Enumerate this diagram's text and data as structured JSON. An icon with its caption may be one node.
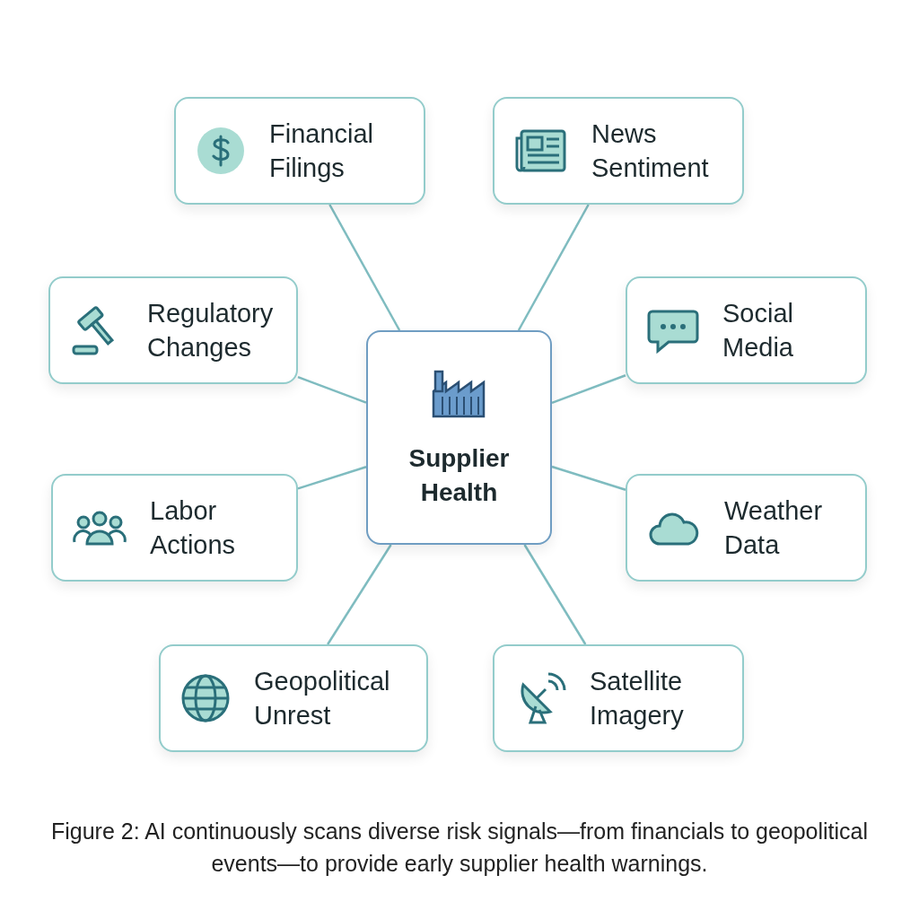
{
  "diagram": {
    "caption": "Figure 2: AI continuously scans diverse risk signals—from financials to geopolitical events—to provide early supplier health warnings.",
    "nodes": [
      {
        "text": [
          "Supplier Health"
        ]
      },
      {
        "text": [
          "Financial Filings"
        ]
      },
      {
        "text": [
          "News Sentiment"
        ]
      },
      {
        "text": [
          "Regulatory Changes"
        ]
      },
      {
        "text": [
          "Social Media"
        ]
      },
      {
        "text": [
          "Labor Actions"
        ]
      },
      {
        "text": [
          "Weather Data"
        ]
      },
      {
        "text": [
          "Geopolitical Unrest"
        ]
      },
      {
        "text": [
          "Satellite Imagery"
        ]
      }
    ],
    "edges": [
      {
        "from": 0,
        "to": 1,
        "arrow": "none"
      },
      {
        "from": 0,
        "to": 2,
        "arrow": "none"
      },
      {
        "from": 0,
        "to": 3,
        "arrow": "none"
      },
      {
        "from": 0,
        "to": 4,
        "arrow": "none"
      },
      {
        "from": 0,
        "to": 5,
        "arrow": "none"
      },
      {
        "from": 0,
        "to": 6,
        "arrow": "none"
      },
      {
        "from": 0,
        "to": 7,
        "arrow": "none"
      },
      {
        "from": 0,
        "to": 8,
        "arrow": "none"
      }
    ]
  }
}
